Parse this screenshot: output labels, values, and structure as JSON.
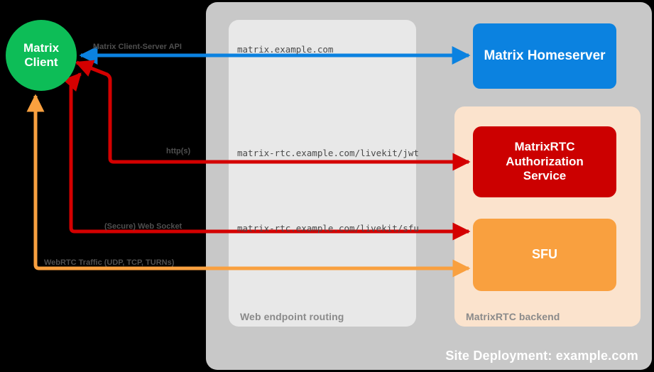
{
  "diagram": {
    "title": "Site Deployment: example.com",
    "colors": {
      "client_green": "#0dbd57",
      "homeserver_blue": "#0b82e0",
      "auth_red": "#cc0000",
      "sfu_orange": "#f9a03f",
      "site_panel_gray": "#c8c8c8",
      "web_panel_gray": "#e8e8e8",
      "rtc_panel_peach": "#fbe3cd",
      "edge_red": "#d40000",
      "edge_orange": "#f9a03f",
      "edge_blue": "#0b82e0",
      "background": "#000000"
    }
  },
  "panels": {
    "site": {
      "label": "Site Deployment: example.com"
    },
    "web_endpoint_routing": {
      "label": "Web endpoint routing"
    },
    "matrixrtc_backend": {
      "label": "MatrixRTC backend"
    }
  },
  "nodes": {
    "client": {
      "line1": "Matrix",
      "line2": "Client"
    },
    "homeserver": {
      "label": "Matrix Homeserver"
    },
    "auth_service": {
      "line1": "MatrixRTC",
      "line2": "Authorization",
      "line3": "Service"
    },
    "sfu": {
      "label": "SFU"
    }
  },
  "edges": [
    {
      "id": "cs-api",
      "label": "Matrix Client-Server API",
      "endpoint": "matrix.example.com",
      "color": "#0b82e0",
      "direction": "to-client"
    },
    {
      "id": "jwt",
      "label": "http(s)",
      "endpoint": "matrix-rtc.example.com/livekit/jwt",
      "color": "#d40000",
      "direction": "bidirectional"
    },
    {
      "id": "sfu-ws",
      "label": "(Secure) Web Socket",
      "endpoint": "matrix-rtc.example.com/livekit/sfu",
      "color": "#d40000",
      "direction": "bidirectional"
    },
    {
      "id": "webrtc",
      "label": "WebRTC Traffic (UDP, TCP, TURNs)",
      "endpoint": "",
      "color": "#f9a03f",
      "direction": "bidirectional"
    }
  ]
}
